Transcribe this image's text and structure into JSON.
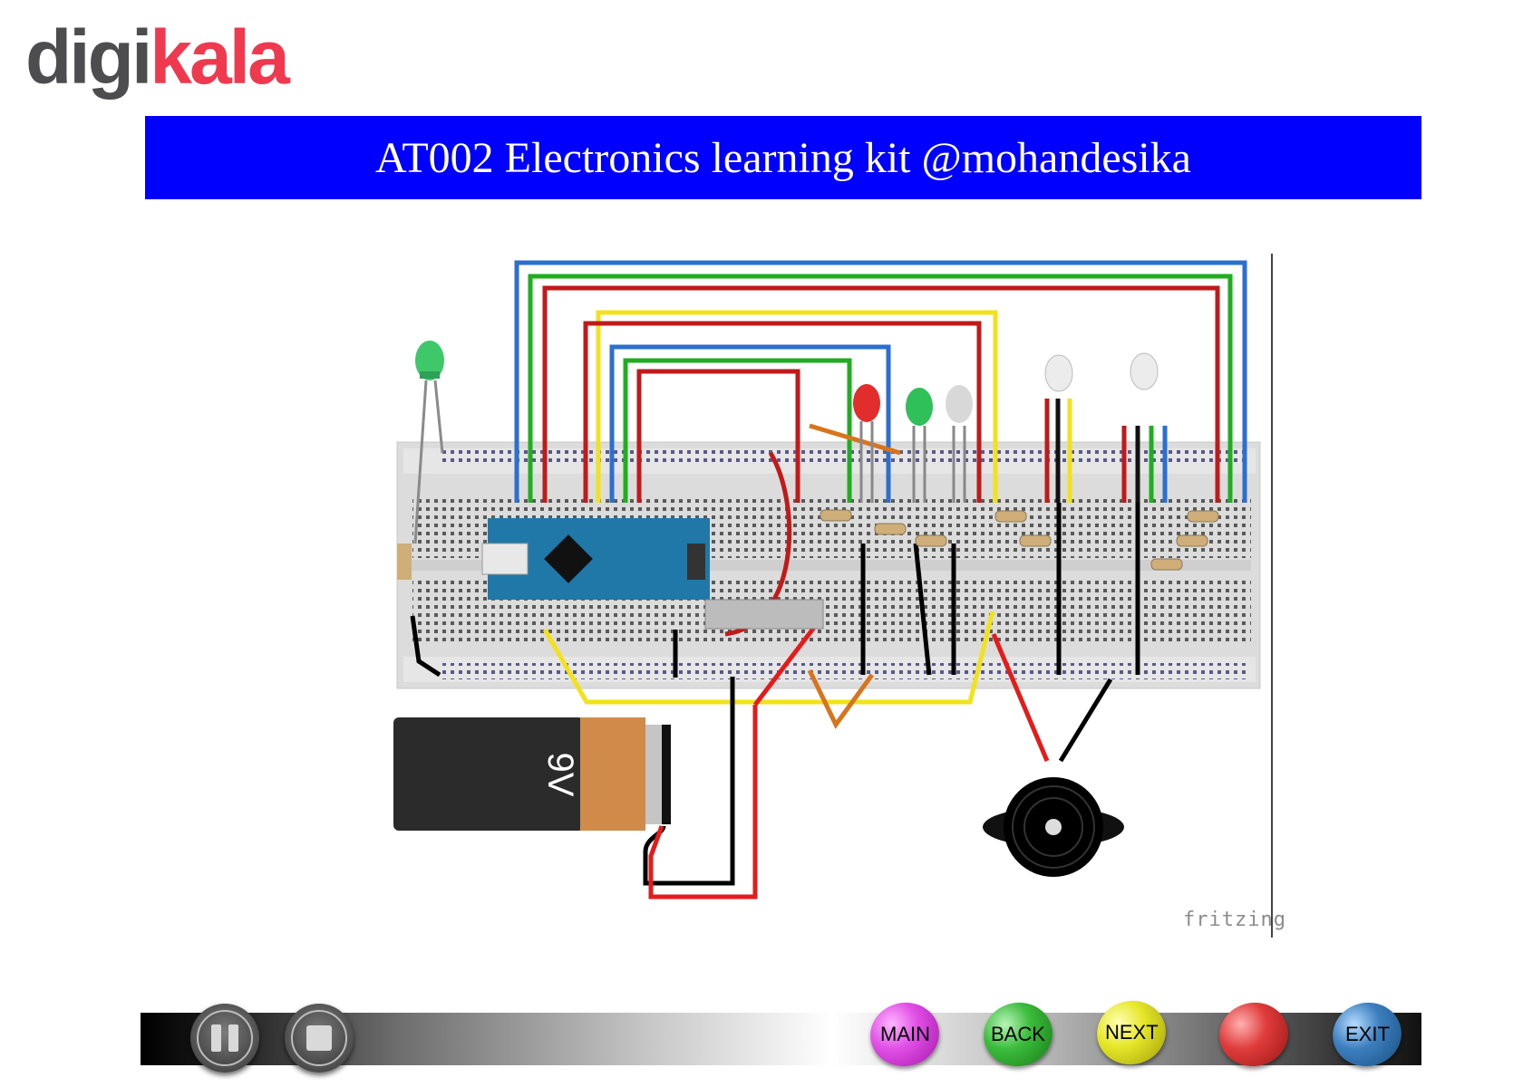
{
  "logo": {
    "text_gray": "digi",
    "text_red": "kala",
    "gray_color": "#4d4d4f",
    "red_color": "#ef394e"
  },
  "banner": {
    "title": "AT002 Electronics learning kit @mohandesika",
    "bg_color": "#0000ff"
  },
  "circuit": {
    "battery_label": "9V",
    "credit": "fritzing"
  },
  "controls": {
    "pause_icon": "pause-icon",
    "stop_icon": "stop-icon",
    "buttons": [
      {
        "label": "MAIN",
        "color": "#d02bd8"
      },
      {
        "label": "BACK",
        "color": "#2ea82e"
      },
      {
        "label": "NEXT",
        "color": "#dada1c"
      },
      {
        "label": "",
        "color": "#d42a2a"
      },
      {
        "label": "EXIT",
        "color": "#2f6fa8"
      }
    ]
  }
}
